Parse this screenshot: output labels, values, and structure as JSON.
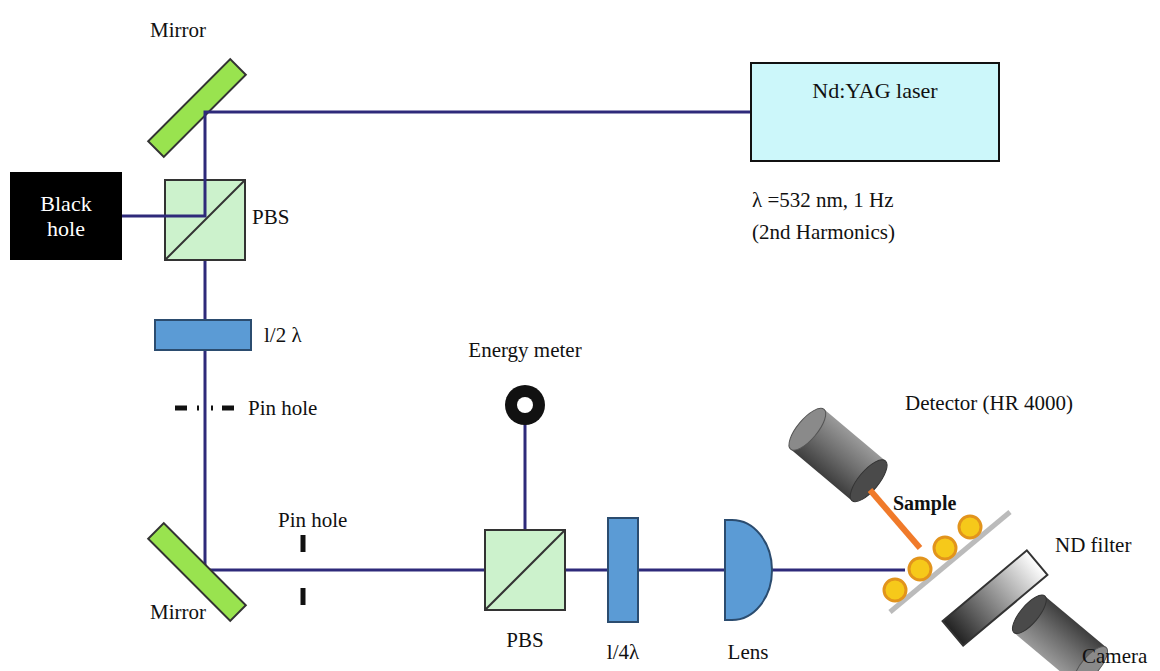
{
  "diagram": {
    "nodes": [
      {
        "text": [
          "Nd:YAG laser"
        ]
      },
      {
        "text": [
          "Black hole"
        ]
      }
    ],
    "edges": [
      {
        "from": 0,
        "to": 1,
        "arrow": "none"
      }
    ],
    "labels": [
      "Mirror",
      "λ =532 nm, 1 Hz",
      "(2nd Harmonics)",
      "PBS",
      "l/2 λ",
      "Pin hole",
      "Energy meter",
      "Detector (HR 4000)",
      "Pin hole",
      "Sample",
      "ND filter",
      "Mirror",
      "PBS",
      "l/4λ",
      "Lens",
      "Camera"
    ]
  }
}
